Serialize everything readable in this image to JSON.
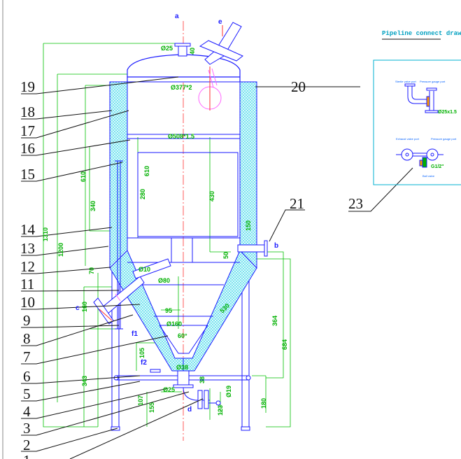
{
  "ports": {
    "a": "a",
    "b": "b",
    "c": "c",
    "d": "d",
    "e": "e",
    "f1": "f1",
    "f2": "f2"
  },
  "dimensions": {
    "d25_top": "Ø25",
    "h40": "40",
    "d377": "Ø377*2",
    "d508": "Ø508*1.5",
    "h610a": "610",
    "h610b": "610",
    "h280": "280",
    "h430": "430",
    "h340": "340",
    "h1310": "1310",
    "h1200": "1200",
    "h70": "70",
    "h50": "50",
    "h150": "150",
    "d80": "Ø80",
    "h160": "160",
    "h95": "95",
    "d160": "Ø160",
    "angle60": "60°",
    "h105": "105",
    "d38": "Ø38",
    "h343": "343",
    "d25_bottom": "Ø25",
    "h107": "107",
    "h155": "155",
    "h364": "364",
    "h684": "684",
    "d19": "Ø19",
    "h123": "123",
    "h180": "180",
    "h38": "38",
    "d10": "Ø10",
    "h530": "530"
  },
  "callouts": [
    "1",
    "2",
    "3",
    "4",
    "5",
    "6",
    "7",
    "8",
    "9",
    "10",
    "11",
    "12",
    "13",
    "14",
    "15",
    "16",
    "17",
    "18",
    "19",
    "20",
    "21",
    "23"
  ],
  "inset": {
    "title": "Pipeline connect drawing",
    "labels": {
      "sterile_valve": "Sterile valve port",
      "pressure_gauge": "Pressure gauge port",
      "exhaust_valve": "Exhaust valve port",
      "pressure_gauge2": "Pressure gauge port",
      "ball_valve": "Ball valve",
      "d25x1_5": "Ø25x1.5",
      "g1_2": "G1/2\""
    }
  },
  "colors": {
    "line": "#1a1aff",
    "dimension": "#00b000",
    "insulation": "#40e0e0",
    "centerline": "#ff3030",
    "flange": "#ff66ff",
    "inset_border": "#00b0d0"
  }
}
